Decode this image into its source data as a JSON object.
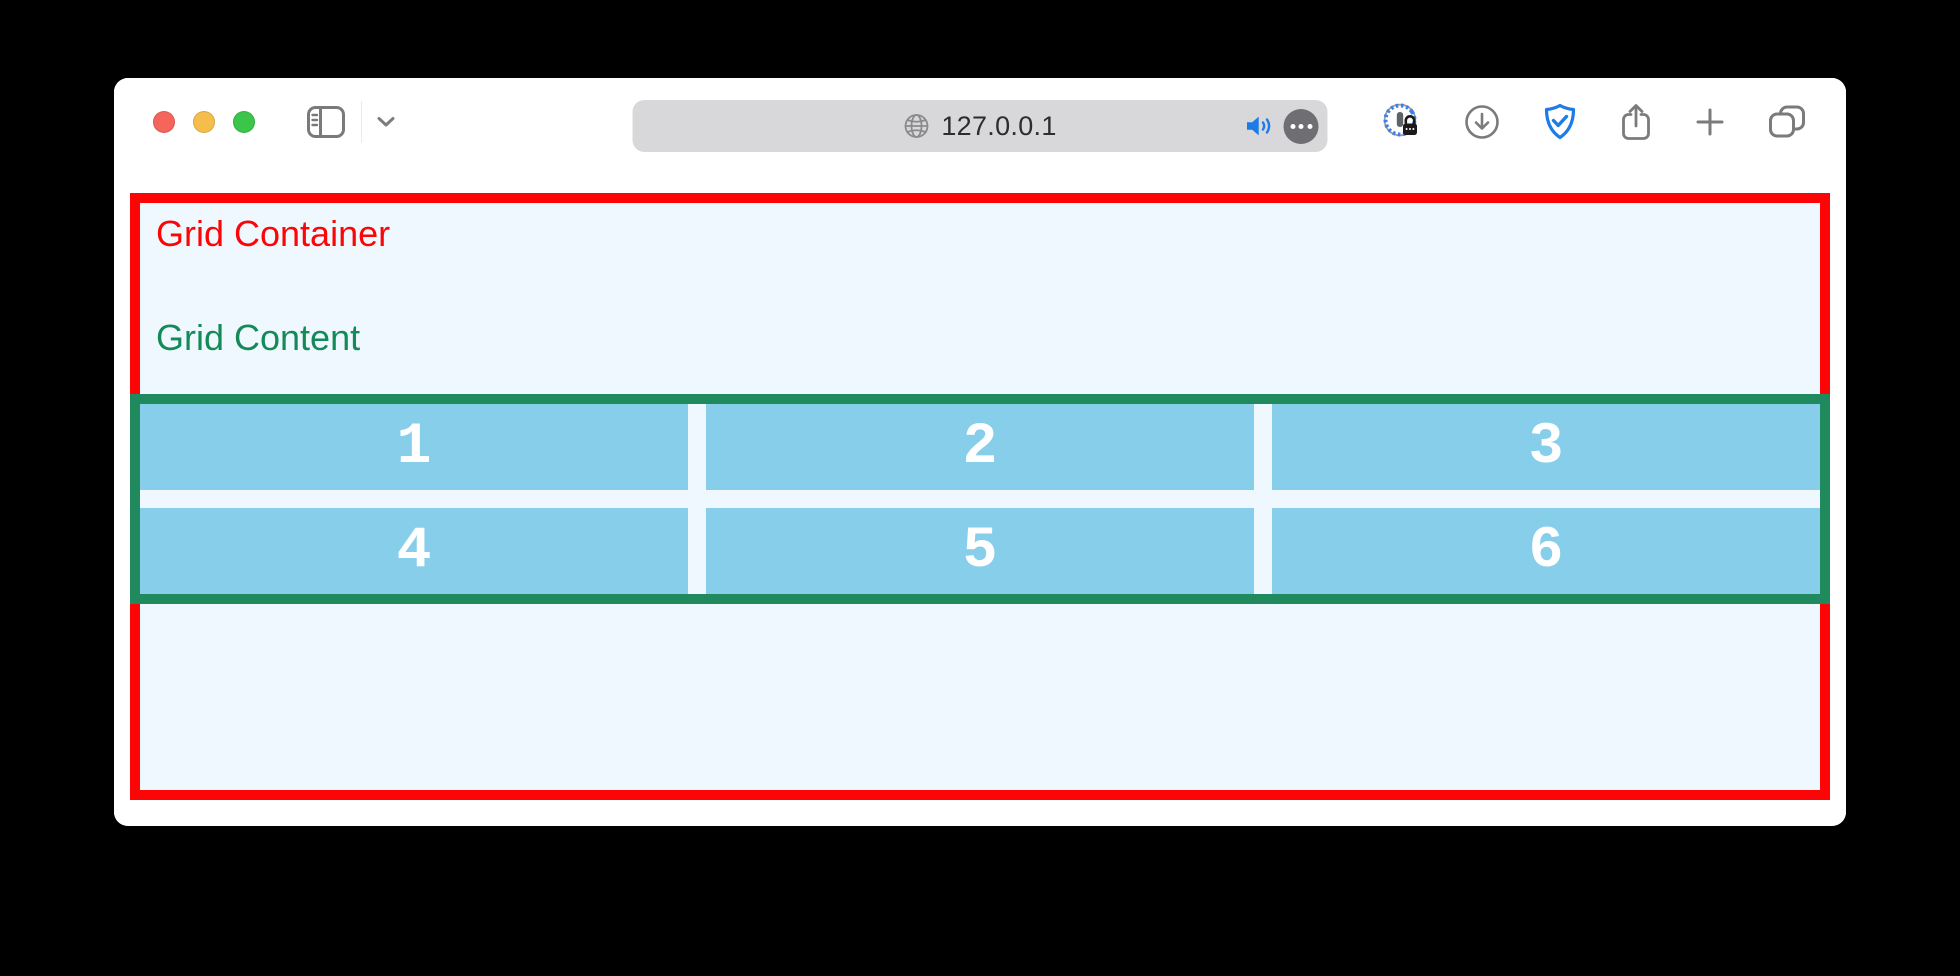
{
  "titlebar": {
    "url": "127.0.0.1",
    "traffic_lights": {
      "close": "close-button",
      "minimize": "minimize-button",
      "zoom": "zoom-button"
    },
    "icons": {
      "sidebar": "sidebar-toggle-icon",
      "chevron": "chevron-down-icon",
      "globe": "globe-icon",
      "speaker": "audio-speaker-icon",
      "ellipsis": "ellipsis-icon",
      "password_manager": "password-manager-extension-icon",
      "downloads": "download-icon",
      "shield": "privacy-shield-icon",
      "share": "share-icon",
      "new_tab": "plus-icon",
      "tab_overview": "tab-overview-icon"
    }
  },
  "page": {
    "container_label": "Grid Container",
    "content_label": "Grid Content",
    "grid_cells": [
      "1",
      "2",
      "3",
      "4",
      "5",
      "6"
    ]
  },
  "colors": {
    "container_border": "#fb0507",
    "container_label_text": "#fb0507",
    "container_background": "#f0f8ff",
    "content_border": "#21895e",
    "content_label_text": "#148a58",
    "cell_background": "#87ceeb",
    "cell_text": "#ffffff",
    "speaker_blue": "#1d7be5",
    "shield_blue": "#1e7ce8",
    "traffic_red": "#f5655b",
    "traffic_yellow": "#f5bd4b",
    "traffic_green": "#3bc54a"
  }
}
